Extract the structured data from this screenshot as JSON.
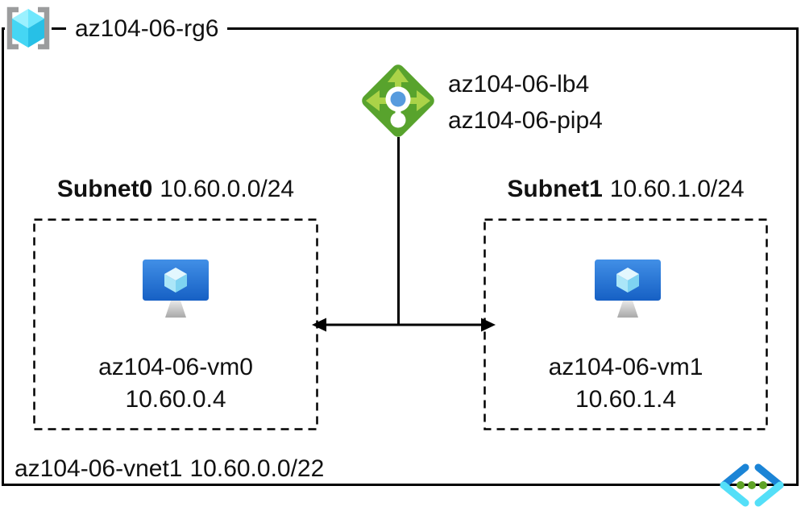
{
  "resource_group": {
    "name": "az104-06-rg6"
  },
  "load_balancer": {
    "name": "az104-06-lb4",
    "public_ip_name": "az104-06-pip4"
  },
  "subnets": [
    {
      "name": "Subnet0",
      "address_range": "10.60.0.0/24",
      "vm": {
        "name": "az104-06-vm0",
        "private_ip": "10.60.0.4"
      }
    },
    {
      "name": "Subnet1",
      "address_range": "10.60.1.0/24",
      "vm": {
        "name": "az104-06-vm1",
        "private_ip": "10.60.1.4"
      }
    }
  ],
  "virtual_network": {
    "name": "az104-06-vnet1",
    "address_space": "10.60.0.0/22"
  },
  "icons": {
    "resource_group": "resource-group-icon",
    "load_balancer": "load-balancer-icon",
    "virtual_machine": "virtual-machine-icon",
    "virtual_network": "virtual-network-icon"
  },
  "colors": {
    "line_black": "#000000",
    "bracket_gray": "#9B9C9D",
    "lb_green": "#58A32D",
    "lb_light_green": "#ABD348",
    "lb_blue": "#579BDE",
    "vm_screen_blue": "#2B7AD4",
    "cube_cyan": "#45D6F4",
    "vnet_blue": "#1B84D6",
    "vnet_cyan": "#54DFF8",
    "vnet_green": "#5FA326"
  }
}
